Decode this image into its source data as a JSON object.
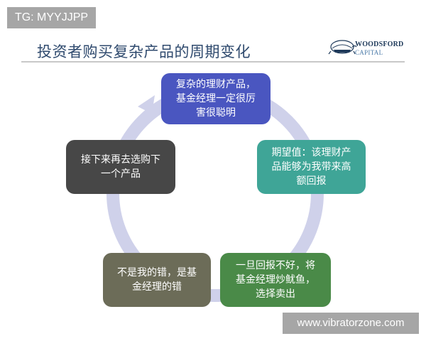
{
  "watermark_top": "TG: MYYJJPP",
  "watermark_bottom": "www.vibratorzone.com",
  "header": {
    "title": "投资者购买复杂产品的周期变化",
    "logo": {
      "line1": "WOODSFORD",
      "line2": "CAPITAL",
      "icon": "turtle-icon"
    }
  },
  "cycle": {
    "ring_color": "#cfd1ea",
    "steps": [
      {
        "lines": [
          "复杂的理财产品，",
          "基金经理一定很厉",
          "害很聪明"
        ],
        "color": "#4a56c0"
      },
      {
        "lines": [
          "期望值：该理财产",
          "品能够为我带来高",
          "额回报"
        ],
        "color": "#3fa597"
      },
      {
        "lines": [
          "一旦回报不好，将",
          "基金经理炒鱿鱼，",
          "选择卖出"
        ],
        "color": "#4a8a48"
      },
      {
        "lines": [
          "不是我的错，是基",
          "金经理的错"
        ],
        "color": "#6c6c58"
      },
      {
        "lines": [
          "接下来再去选购下",
          "一个产品"
        ],
        "color": "#474747"
      }
    ]
  }
}
